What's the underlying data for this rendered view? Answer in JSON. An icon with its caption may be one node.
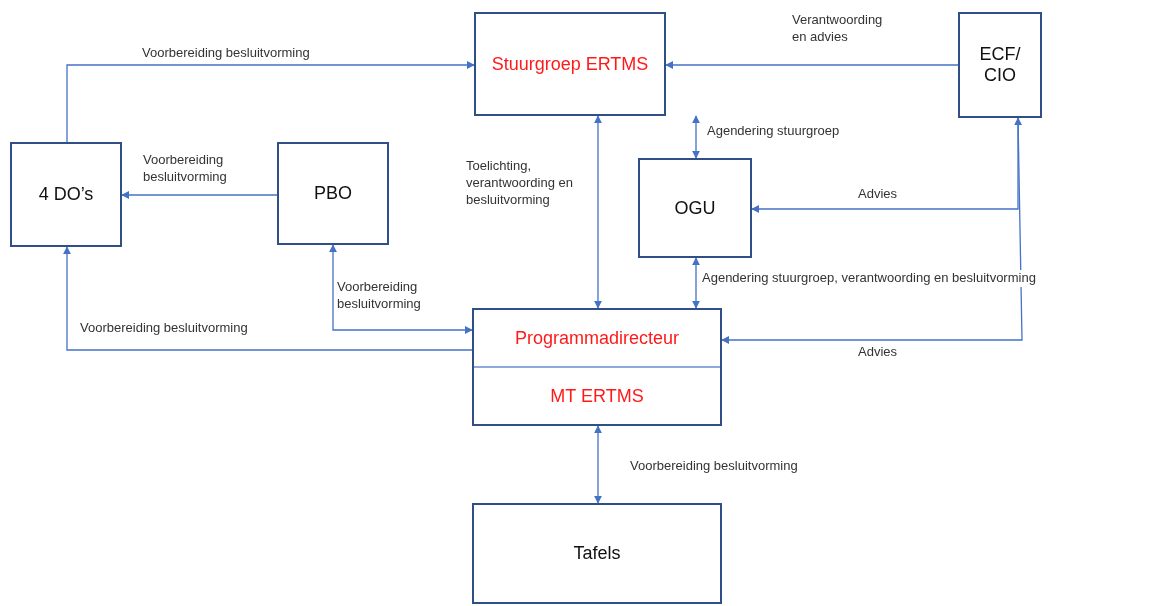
{
  "diagram": {
    "nodes": [
      {
        "text": [
          "Stuurgroep ERTMS"
        ]
      },
      {
        "text": [
          "ECF/ CIO"
        ]
      },
      {
        "text": [
          "4 DO’s"
        ]
      },
      {
        "text": [
          "PBO"
        ]
      },
      {
        "text": [
          "OGU"
        ]
      },
      {
        "text": [
          "Programmadirecteur",
          "MT ERTMS"
        ]
      },
      {
        "text": [
          "Tafels"
        ]
      }
    ],
    "edges": [
      {
        "from": 2,
        "to": 0,
        "arrow": "to",
        "label": "Voorbereiding besluitvorming"
      },
      {
        "from": 1,
        "to": 0,
        "arrow": "to",
        "label": "Verantwoording en advies"
      },
      {
        "from": 3,
        "to": 2,
        "arrow": "to",
        "label": "Voorbereiding besluitvorming"
      },
      {
        "from": 0,
        "to": 5,
        "arrow": "both",
        "label": "Toelichting, verantwoording en besluitvorming"
      },
      {
        "from": 0,
        "to": 4,
        "arrow": "both",
        "label": "Agendering stuurgroep"
      },
      {
        "from": 1,
        "to": 4,
        "arrow": "to",
        "label": "Advies"
      },
      {
        "from": 1,
        "to": 5,
        "arrow": "both",
        "label": "Advies"
      },
      {
        "from": 4,
        "to": 5,
        "arrow": "both",
        "label": "Agendering stuurgroep, verantwoording en besluitvorming"
      },
      {
        "from": 5,
        "to": 2,
        "arrow": "to",
        "label": "Voorbereiding besluitvorming"
      },
      {
        "from": 3,
        "to": 5,
        "arrow": "both",
        "label": "Voorbereiding besluitvorming"
      },
      {
        "from": 5,
        "to": 6,
        "arrow": "both",
        "label": "Voorbereiding besluitvorming"
      }
    ]
  }
}
